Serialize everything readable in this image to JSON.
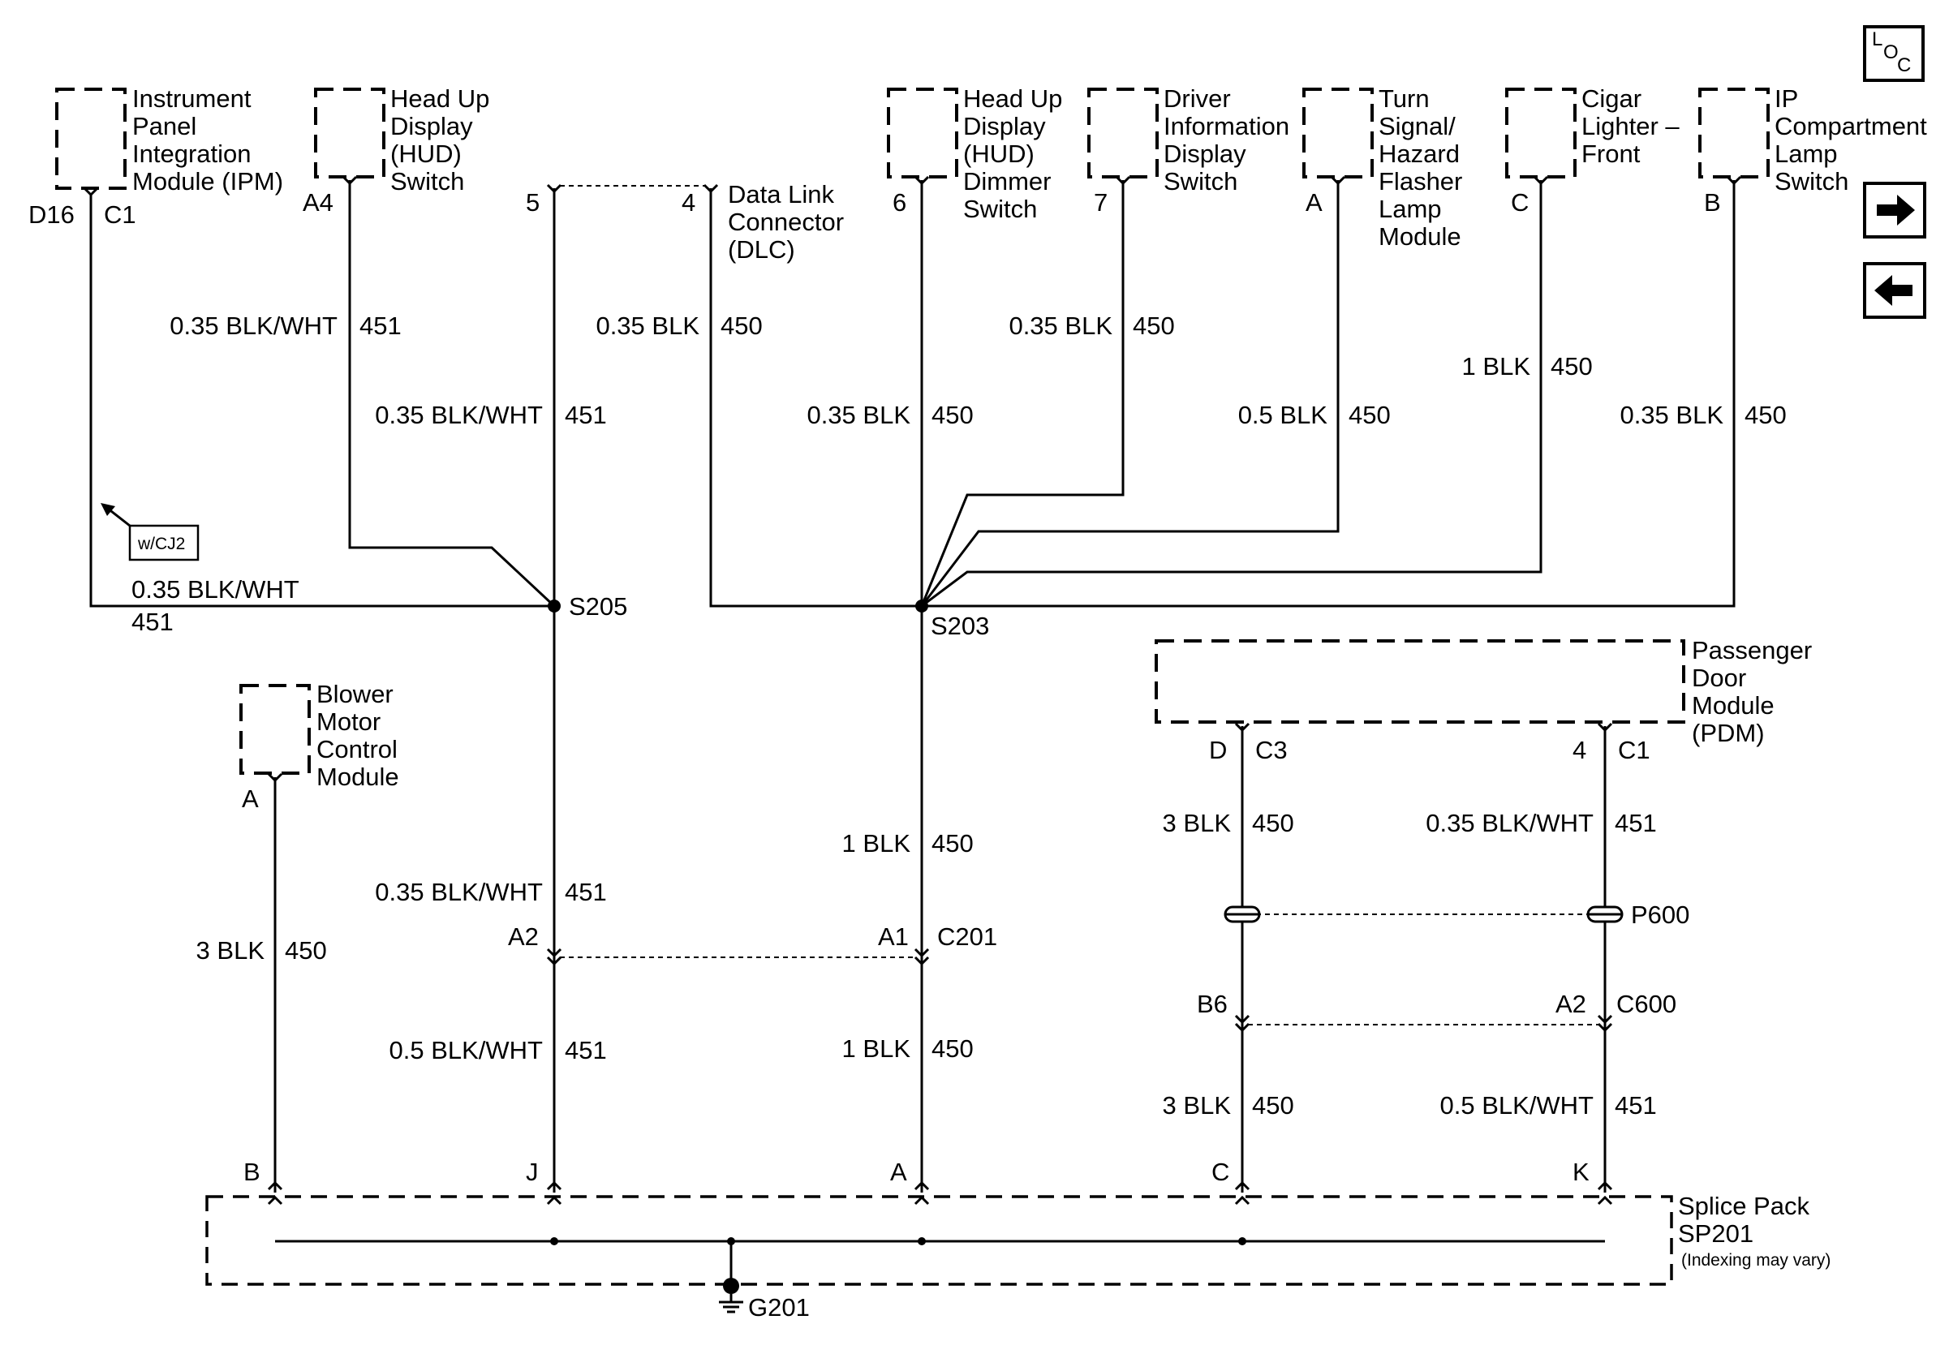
{
  "components": {
    "ipm": "Instrument|Panel|Integration|Module (IPM)",
    "hud_switch": "Head Up|Display|(HUD)|Switch",
    "dlc": "Data Link|Connector|(DLC)",
    "hud_dimmer": "Head Up|Display|(HUD)|Dimmer|Switch",
    "dic_switch": "Driver|Information|Display|Switch",
    "flasher": "Turn|Signal/|Hazard|Flasher|Lamp|Module",
    "cigar": "Cigar|Lighter –|Front",
    "ip_lamp": "IP|Compartment|Lamp|Switch",
    "blower": "Blower|Motor|Control|Module",
    "pdm": "Passenger|Door|Module|(PDM)",
    "splice_pack": "Splice Pack|SP201",
    "splice_note": "(Indexing may vary)"
  },
  "pins": {
    "ipm_pin": "D16",
    "ipm_conn": "C1",
    "hud_pin": "A4",
    "s5": "5",
    "dlc_pin": "4",
    "dimmer_pin": "6",
    "dic_pin": "7",
    "flasher_pin": "A",
    "cigar_pin": "C",
    "iplamp_pin": "B",
    "blower_pin": "A",
    "c201_a2": "A2",
    "c201_a1": "A1",
    "c201": "C201",
    "pdm_d": "D",
    "pdm_c3": "C3",
    "pdm_4": "4",
    "pdm_c1": "C1",
    "p600": "P600",
    "c600_b6": "B6",
    "c600_a2": "A2",
    "c600": "C600",
    "sp_b": "B",
    "sp_j": "J",
    "sp_a": "A",
    "sp_c": "C",
    "sp_k": "K"
  },
  "splices": {
    "s205": "S205",
    "s203": "S203"
  },
  "ground": "G201",
  "option_tag": "w/CJ2",
  "wires": {
    "w_hud_sz": "0.35 BLK/WHT",
    "w_hud_ckt": "451",
    "w_s5_sz": "0.35 BLK/WHT",
    "w_s5_ckt": "451",
    "w_ipm_sz": "0.35 BLK/WHT",
    "w_ipm_ckt": "451",
    "w_dlc_sz": "0.35 BLK",
    "w_dlc_ckt": "450",
    "w_dim_sz": "0.35 BLK",
    "w_dim_ckt": "450",
    "w_dic_sz": "0.35 BLK",
    "w_dic_ckt": "450",
    "w_fl_sz": "0.5 BLK",
    "w_fl_ckt": "450",
    "w_cig_sz": "1 BLK",
    "w_cig_ckt": "450",
    "w_ipl_sz": "0.35 BLK",
    "w_ipl_ckt": "450",
    "w_blw_sz": "3 BLK",
    "w_blw_ckt": "450",
    "w_s205d_sz": "0.35 BLK/WHT",
    "w_s205d_ckt": "451",
    "w_s205e_sz": "0.5 BLK/WHT",
    "w_s205e_ckt": "451",
    "w_s203d_sz": "1 BLK",
    "w_s203d_ckt": "450",
    "w_s203e_sz": "1 BLK",
    "w_s203e_ckt": "450",
    "w_pdmd_sz": "3 BLK",
    "w_pdmd_ckt": "450",
    "w_pdmk_sz": "0.35 BLK/WHT",
    "w_pdmk_ckt": "451",
    "w_pdmd2_sz": "3 BLK",
    "w_pdmd2_ckt": "450",
    "w_pdmk2_sz": "0.5 BLK/WHT",
    "w_pdmk2_ckt": "451"
  },
  "nav": {
    "loc_top": "L",
    "loc_o": "O",
    "loc_c": "C",
    "next_icon": "arrow-right-icon",
    "prev_icon": "arrow-left-icon"
  }
}
